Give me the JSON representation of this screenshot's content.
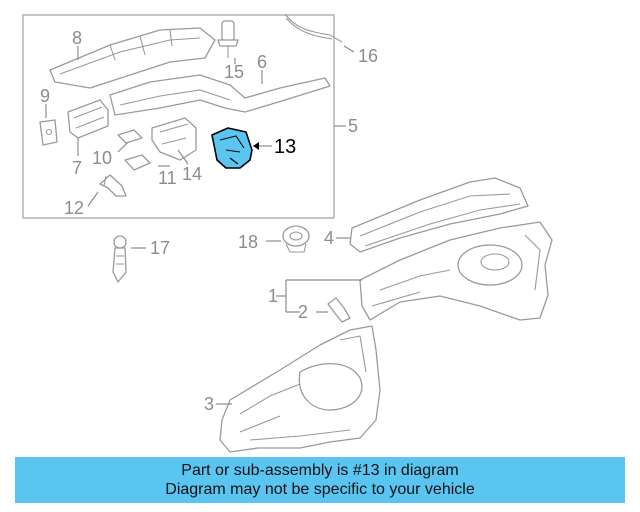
{
  "diagram": {
    "callouts": {
      "c1": "1",
      "c2": "2",
      "c3": "3",
      "c4": "4",
      "c5": "5",
      "c6": "6",
      "c7": "7",
      "c8": "8",
      "c9": "9",
      "c10": "10",
      "c11": "11",
      "c12": "12",
      "c13": "13",
      "c14": "14",
      "c15": "15",
      "c16": "16",
      "c17": "17",
      "c18": "18"
    },
    "highlighted_part": "13",
    "highlight_color": "#5bc5f2"
  },
  "banner": {
    "line1": "Part or sub-assembly is #13 in diagram",
    "line2": "Diagram may not be specific to your vehicle",
    "background": "#5bc5f2"
  }
}
